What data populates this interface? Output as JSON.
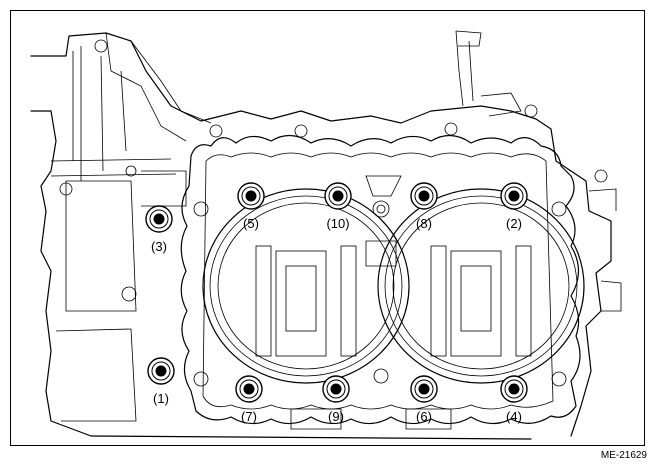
{
  "figure_code": "ME-21629",
  "bolts": [
    {
      "label": "(1)"
    },
    {
      "label": "(2)"
    },
    {
      "label": "(3)"
    },
    {
      "label": "(4)"
    },
    {
      "label": "(5)"
    },
    {
      "label": "(6)"
    },
    {
      "label": "(7)"
    },
    {
      "label": "(8)"
    },
    {
      "label": "(9)"
    },
    {
      "label": "(10)"
    }
  ]
}
